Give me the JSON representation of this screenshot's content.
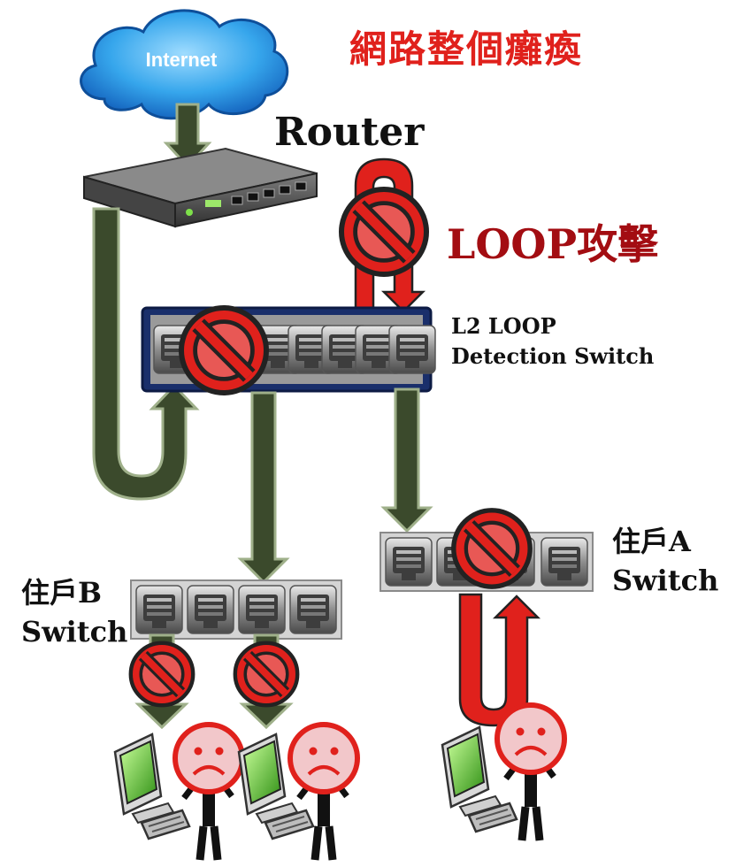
{
  "title": "網路整個癱瘓",
  "internet": {
    "label": "Internet"
  },
  "router": {
    "label": "Router"
  },
  "loop_attack": {
    "label": "LOOP攻擊"
  },
  "l2_switch": {
    "line1": "L2 LOOP",
    "line2": "Detection Switch"
  },
  "switch_a": {
    "line1": "住戶A",
    "line2": "Switch"
  },
  "switch_b": {
    "line1": "住戶B",
    "line2": "Switch"
  },
  "colors": {
    "alert_red": "#e0211c",
    "dark_red": "#a30d12",
    "arrow_green": "#3b4a2c",
    "arrow_edge": "#9fb08a",
    "switch_blue": "#1a2f6b",
    "cloud_blue": "#2f9ee8"
  }
}
